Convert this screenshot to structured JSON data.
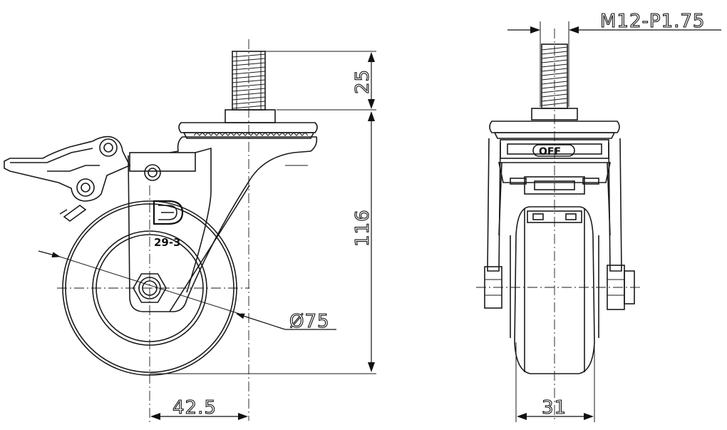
{
  "dimensions": {
    "thread_spec": "M12-P1.75",
    "stem_length": "25",
    "height": "116",
    "wheel_diameter": "Ø75",
    "offset": "42.5",
    "wheel_width": "31"
  },
  "markings": {
    "logo_letter": "D",
    "model_code": "29-3",
    "brake_label": "OFF"
  }
}
